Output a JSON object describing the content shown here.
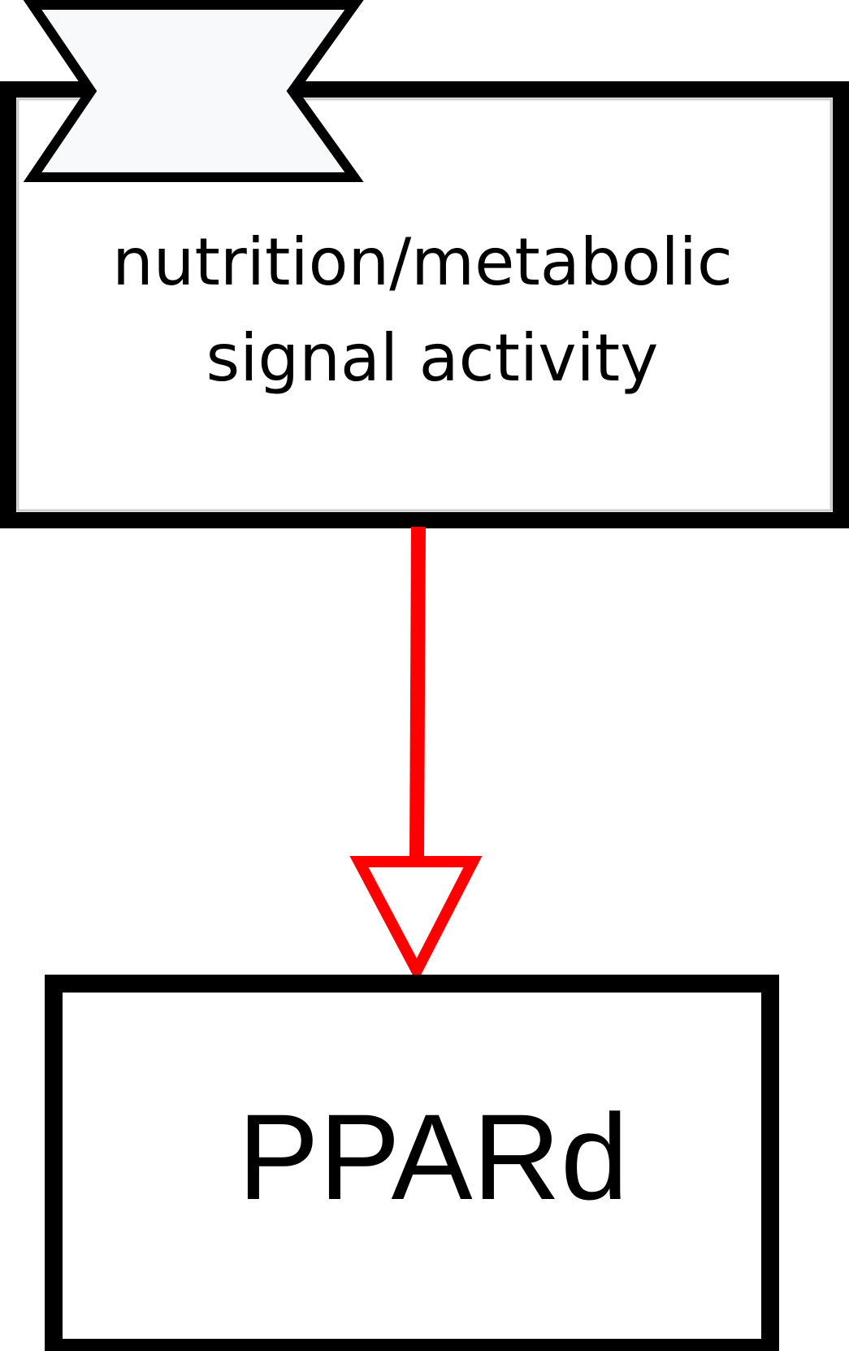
{
  "nodes": {
    "phenotype": {
      "label_line1": "nutrition/metabolic",
      "label_line2": "signal activity",
      "glyph_fill": "#f8f9fb",
      "border_color": "#000000"
    },
    "gene": {
      "label": "PPARd",
      "border_color": "#000000"
    }
  },
  "edges": [
    {
      "from": "nutrition/metabolic signal activity",
      "to": "PPARd",
      "arrowhead": "open-triangle",
      "color": "#ff0000"
    }
  ]
}
